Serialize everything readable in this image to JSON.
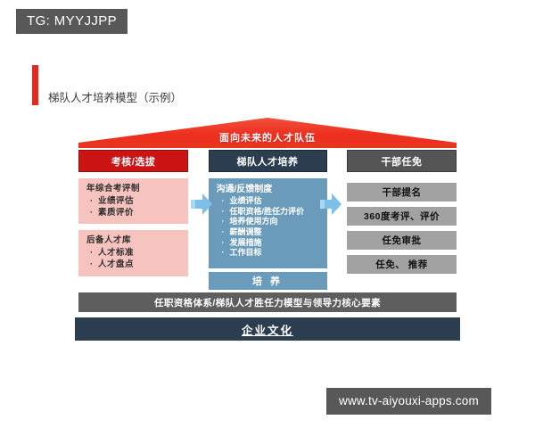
{
  "badge": {
    "text": "TG: MYYJJPP"
  },
  "slide": {
    "title": "梯队人才培养模型（示例）",
    "accent_color": "#e02b1d"
  },
  "diagram": {
    "roof": {
      "label": "面向未来的人才队伍",
      "color": "#ee3323",
      "text_color": "#ffffff"
    },
    "columns": [
      {
        "id": "assessment",
        "header": {
          "label": "考核/选拔",
          "bg": "#cc1414",
          "color": "#ffffff"
        },
        "blocks": [
          {
            "lead": "年综合考评制",
            "bullets": [
              "业绩评估",
              "素质评价"
            ],
            "bg": "#f6c3be"
          },
          {
            "lead": "后备人才库",
            "bullets": [
              "人才标准",
              "人才盘点"
            ],
            "bg": "#f6c3be"
          }
        ]
      },
      {
        "id": "cultivation",
        "header": {
          "label": "梯队人才培养",
          "bg": "#2b3d4f",
          "color": "#ffffff"
        },
        "body": {
          "lead": "沟通/反馈制度",
          "bullets": [
            "业绩评估",
            "任职资格/胜任力评价",
            "培养使用方向",
            "薪酬调整",
            "发展措施",
            "工作目标"
          ],
          "bg": "#6b9bba"
        },
        "footer": {
          "label": "培 养",
          "bg": "#6b9bba"
        }
      },
      {
        "id": "appointment",
        "header": {
          "label": "干部任免",
          "bg": "#555555",
          "color": "#ffffff"
        },
        "items": [
          "干部提名",
          "360度考评、评价",
          "任免审批",
          "任免、 推荐"
        ],
        "item_bg": "#a2a2a2"
      }
    ],
    "arrows": [
      {
        "id": "arrow-assessment-to-cultivation",
        "direction": "right",
        "color": "#7cc0e8"
      },
      {
        "id": "arrow-cultivation-to-appointment",
        "direction": "right",
        "color": "#7cc0e8"
      }
    ],
    "foundation": [
      {
        "id": "qualification",
        "label": "任职资格体系/梯队人才胜任力模型与领导力核心要素",
        "bg": "#5e5e5e"
      },
      {
        "id": "culture",
        "label": "企业文化",
        "bg": "#2b3d4f"
      }
    ]
  },
  "watermark": {
    "text": "www.tv-aiyouxi-apps.com"
  }
}
